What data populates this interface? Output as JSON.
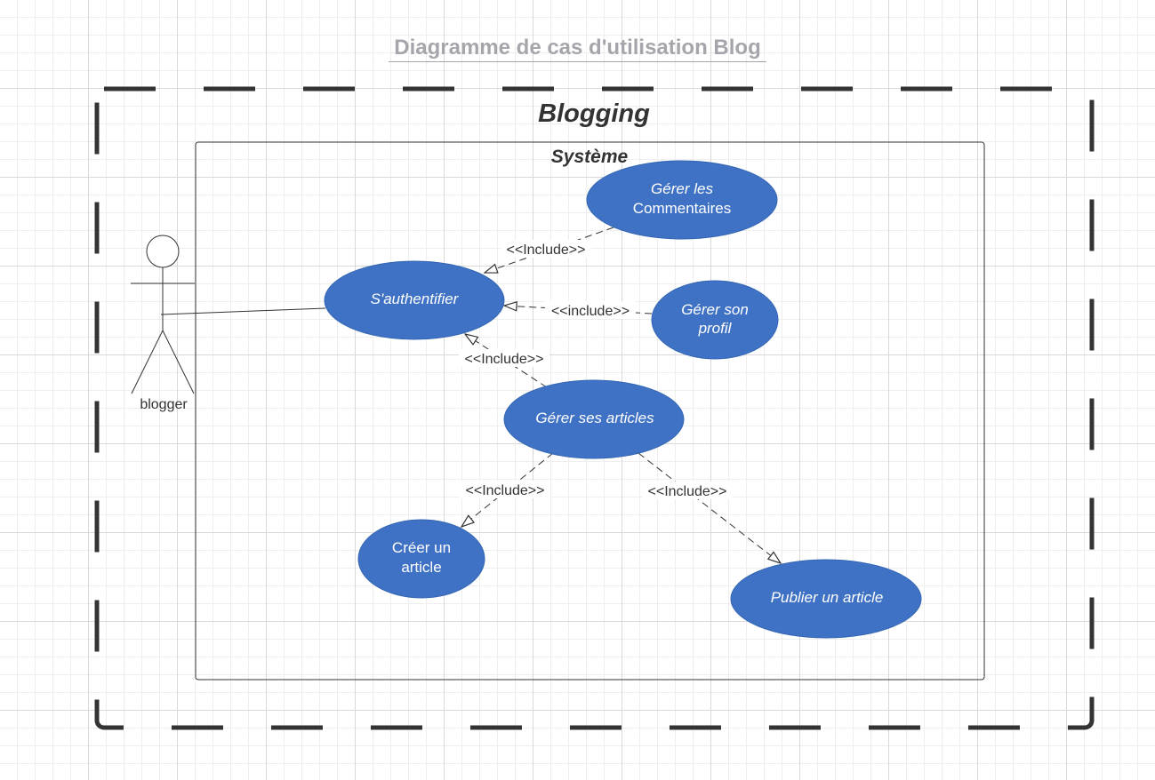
{
  "title": "Diagramme de cas d'utilisation Blog",
  "package": {
    "name": "Blogging"
  },
  "system": {
    "name": "Système"
  },
  "actor": {
    "name": "blogger"
  },
  "colors": {
    "use_case_fill": "#3f72c5",
    "use_case_text": "#ffffff",
    "line": "#333333",
    "title": "#a5a6ab"
  },
  "use_cases": {
    "gerer_commentaires": {
      "line1": "Gérer les",
      "line2": "Commentaires"
    },
    "authentifier": {
      "label": "S'authentifier"
    },
    "gerer_profil": {
      "line1": "Gérer son",
      "line2": "profil"
    },
    "gerer_articles": {
      "label": "Gérer ses articles"
    },
    "creer_article": {
      "line1": "Créer un",
      "line2": "article"
    },
    "publier_article": {
      "label": "Publier un article"
    }
  },
  "relations": {
    "include_commentaires": "<<Include>>",
    "include_profil": "<<include>>",
    "include_articles": "<<Include>>",
    "include_creer": "<<Include>>",
    "include_publier": "<<Include>>"
  }
}
